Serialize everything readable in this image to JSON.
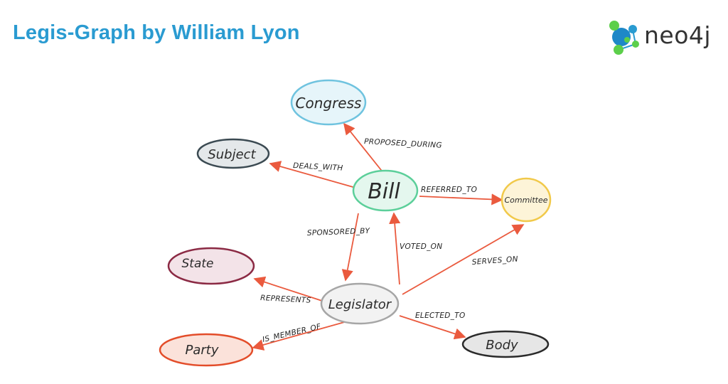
{
  "header": {
    "title": "Legis-Graph by William Lyon",
    "logo_text": "neo4j"
  },
  "colors": {
    "title": "#2a9bd1",
    "edge": "#ea5a3e",
    "congress": "#6fc3df",
    "subject": "#3b4a52",
    "bill": "#5ccf9a",
    "committee": "#f1c94a",
    "state": "#8b2a44",
    "legislator": "#a6a6a6",
    "party": "#e34d2a",
    "body": "#2a2a2a"
  },
  "diagram": {
    "nodes": {
      "congress": "Congress",
      "subject": "Subject",
      "bill": "Bill",
      "committee": "Committee",
      "state": "State",
      "legislator": "Legislator",
      "party": "Party",
      "body": "Body"
    },
    "edges": {
      "proposed_during": "PROPOSED_DURING",
      "deals_with": "DEALS_WITH",
      "referred_to": "REFERRED_TO",
      "sponsored_by": "SPONSORED_BY",
      "voted_on": "VOTED_ON",
      "serves_on": "SERVES_ON",
      "represents": "REPRESENTS",
      "is_member_of": "IS_MEMBER_OF",
      "elected_to": "ELECTED_TO"
    }
  }
}
